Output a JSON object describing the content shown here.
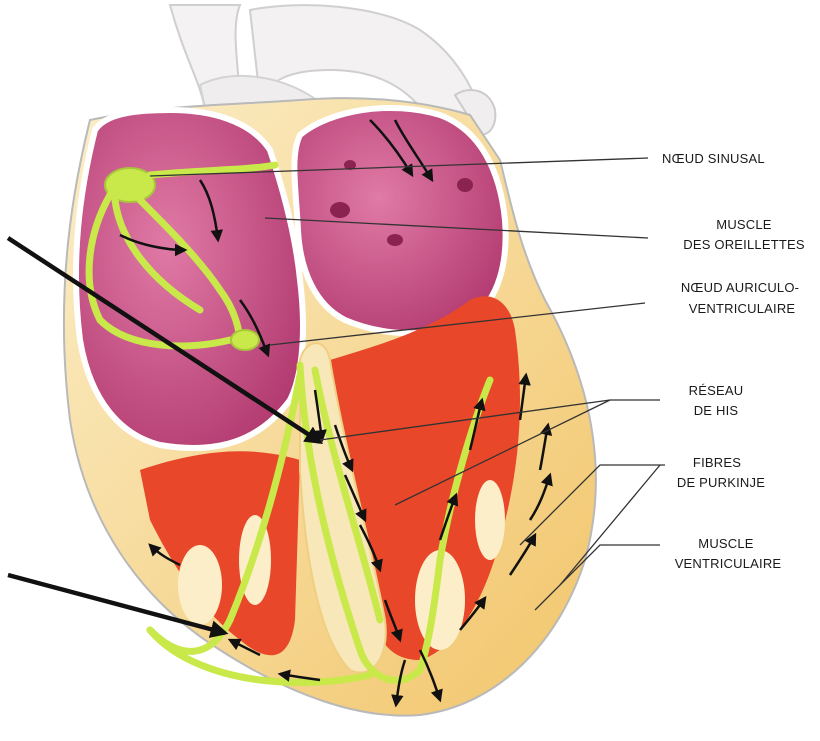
{
  "labels": {
    "noeud_sinusal": "NŒUD SINUSAL",
    "muscle_oreillettes_l1": "MUSCLE",
    "muscle_oreillettes_l2": "DES OREILLETTES",
    "noeud_av_l1": "NŒUD AURICULO-",
    "noeud_av_l2": "VENTRICULAIRE",
    "reseau_his_l1": "RÉSEAU",
    "reseau_his_l2": "DE HIS",
    "purkinje_l1": "FIBRES",
    "purkinje_l2": "DE PURKINJE",
    "muscle_ventriculaire_l1": "MUSCLE",
    "muscle_ventriculaire_l2": "VENTRICULAIRE"
  },
  "colors": {
    "atria": "#c8457e",
    "atria_light": "#e07aa6",
    "ventricle": "#e8472a",
    "wall": "#f6d58a",
    "wall_light": "#fbeec8",
    "conduction": "#c9e84a",
    "arrow": "#111111",
    "leader": "#333333"
  }
}
